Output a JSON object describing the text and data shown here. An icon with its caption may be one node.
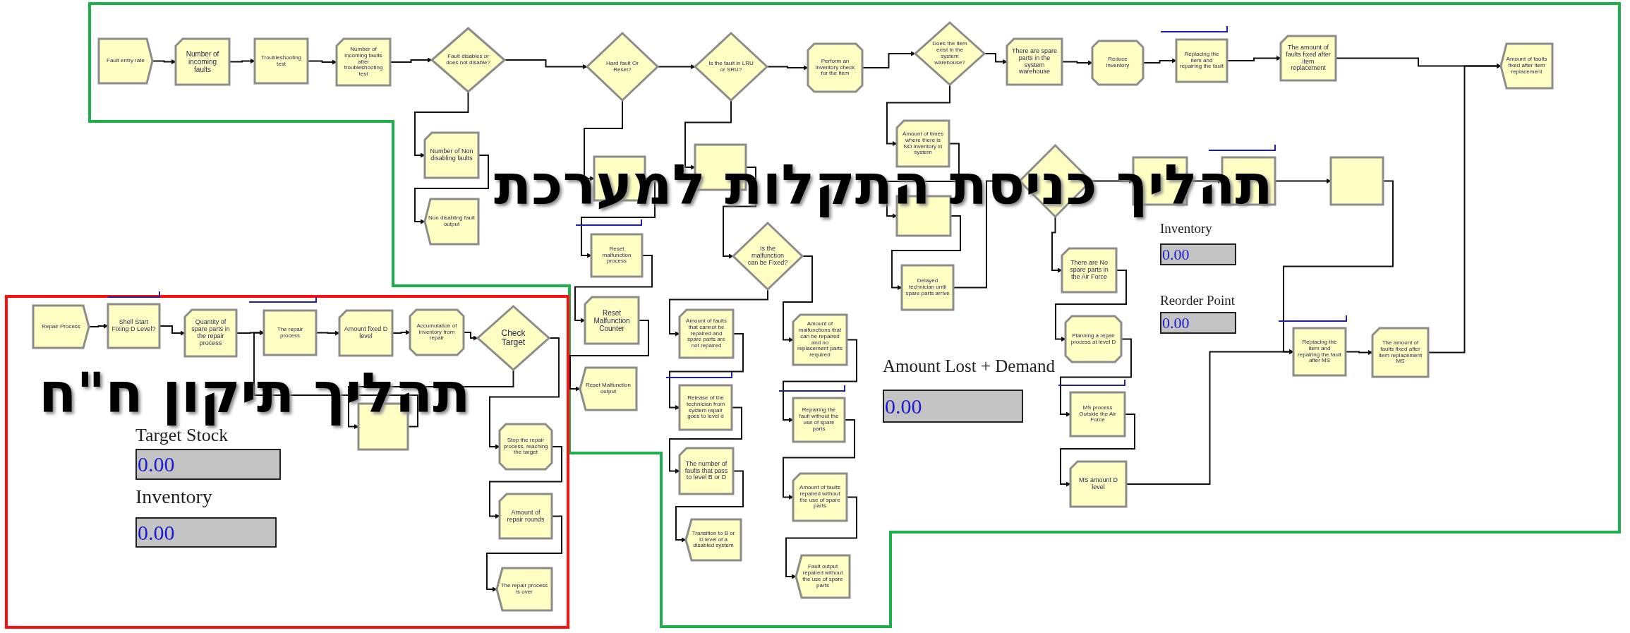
{
  "diagram": {
    "nodes": [
      {
        "text": [
          "תהליך כניסת התקלות למערכת"
        ]
      },
      {
        "text": [
          "Fault entry rate"
        ],
        "in": 0
      },
      {
        "text": [
          "Number of incoming faults"
        ],
        "in": 0
      },
      {
        "text": [
          "Troubleshooting test"
        ],
        "in": 0
      },
      {
        "text": [
          "Number of incoming faults after troubleshooting test"
        ],
        "in": 0
      },
      {
        "text": [
          "Fault disables or does not disable?"
        ],
        "in": 0
      },
      {
        "text": [
          "Hard fault Or Reset?"
        ],
        "in": 0
      },
      {
        "text": [
          "Is the fault in LRU or SRU?"
        ],
        "in": 0
      },
      {
        "text": [
          "Perform an inventory check for the item"
        ],
        "in": 0
      },
      {
        "text": [
          "Does the item exist in the system warehouse?"
        ],
        "in": 0
      },
      {
        "text": [
          "There are spare parts in the system warehouse"
        ],
        "in": 0
      },
      {
        "text": [
          "Reduce inventory"
        ],
        "in": 0
      },
      {
        "text": [
          "Replacing the item and repairing the fault"
        ],
        "in": 0
      },
      {
        "text": [
          "The amount of faults fixed after item replacement"
        ],
        "in": 0
      },
      {
        "text": [
          "Amount of faults fixed after item replacement"
        ],
        "in": 0
      },
      {
        "text": [
          "Number of Non disabling faults"
        ],
        "in": 0
      },
      {
        "text": [
          "Non disabling fault output"
        ],
        "in": 0
      },
      {
        "text": [],
        "shape": "box",
        "in": 0
      },
      {
        "text": [
          "Reset malfunction process"
        ],
        "in": 0
      },
      {
        "text": [
          "Reset Malfunction Counter"
        ],
        "in": 0
      },
      {
        "text": [
          "Reset Malfunction output"
        ],
        "in": 0
      },
      {
        "text": [],
        "shape": "box",
        "in": 0
      },
      {
        "text": [
          "Is the malfunction can be Fixed?"
        ],
        "in": 0
      },
      {
        "text": [
          "Amount of faults that cannot be repaired and spare parts are not repaired"
        ],
        "in": 0
      },
      {
        "text": [
          "Release of the technician from system repair goes to level d"
        ],
        "in": 0
      },
      {
        "text": [
          "The number of faults that pass to level B or D"
        ],
        "in": 0
      },
      {
        "text": [
          "Transition to B or D level of a disabled system"
        ],
        "in": 0
      },
      {
        "text": [
          "Amount of malfunctions that can be repaired and no replacement parts required"
        ],
        "in": 0
      },
      {
        "text": [
          "Repairing the fault without the use of spare parts"
        ],
        "in": 0
      },
      {
        "text": [
          "Amount of faults repaired without the use of spare parts"
        ],
        "in": 0
      },
      {
        "text": [
          "Fault output repaired without the use of spare parts"
        ],
        "in": 0
      },
      {
        "text": [
          "Amount of times where there is NO inventory in system"
        ],
        "in": 0
      },
      {
        "text": [],
        "shape": "box",
        "in": 0
      },
      {
        "text": [
          "Delayed technician until spare parts arrive"
        ],
        "in": 0
      },
      {
        "text": [],
        "shape": "diamond",
        "in": 0
      },
      {
        "text": [],
        "shape": "box",
        "in": 0
      },
      {
        "text": [],
        "shape": "box",
        "in": 0
      },
      {
        "text": [],
        "shape": "box",
        "in": 0
      },
      {
        "text": [
          "There are No spare parts in the Air Force"
        ],
        "in": 0
      },
      {
        "text": [
          "Planning a repair process at level D"
        ],
        "in": 0
      },
      {
        "text": [
          "MS process Outside the Air Force"
        ],
        "in": 0
      },
      {
        "text": [
          "MS amount D level"
        ],
        "in": 0
      },
      {
        "text": [
          "Replacing the item and repairing the fault after MS"
        ],
        "in": 0
      },
      {
        "text": [
          "The amount of faults fixed after item replacement MS"
        ],
        "in": 0
      },
      {
        "text": [
          "תהליך תיקון ח\"ח"
        ]
      },
      {
        "text": [
          "Repair Process"
        ],
        "in": 44
      },
      {
        "text": [
          "Shell Start Fixing D Level?"
        ],
        "in": 44
      },
      {
        "text": [
          "Quantity of spare parts in the repair process"
        ],
        "in": 44
      },
      {
        "text": [
          "The repair process"
        ],
        "in": 44
      },
      {
        "text": [
          "Amount fixed D level"
        ],
        "in": 44
      },
      {
        "text": [
          "Accumulation of inventory from repair"
        ],
        "in": 44
      },
      {
        "text": [
          "Check Target"
        ],
        "in": 44
      },
      {
        "text": [],
        "shape": "box",
        "in": 44
      },
      {
        "text": [
          "Stop the repair process, reaching the target"
        ],
        "in": 44
      },
      {
        "text": [
          "Amount of repair rounds"
        ],
        "in": 44
      },
      {
        "text": [
          "The repair process is over"
        ],
        "in": 44
      }
    ],
    "edges": [
      {
        "from": 1,
        "to": 2,
        "arrow": "to"
      },
      {
        "from": 2,
        "to": 3,
        "arrow": "to"
      },
      {
        "from": 3,
        "to": 4,
        "arrow": "to"
      },
      {
        "from": 4,
        "to": 5,
        "arrow": "to"
      },
      {
        "from": 5,
        "to": 6,
        "arrow": "to"
      },
      {
        "from": 5,
        "to": 15,
        "arrow": "to"
      },
      {
        "from": 15,
        "to": 16,
        "arrow": "to"
      },
      {
        "from": 6,
        "to": 7,
        "arrow": "to"
      },
      {
        "from": 6,
        "to": 17,
        "arrow": "to"
      },
      {
        "from": 17,
        "to": 18,
        "arrow": "to"
      },
      {
        "from": 18,
        "to": 19,
        "arrow": "to"
      },
      {
        "from": 19,
        "to": 20,
        "arrow": "to"
      },
      {
        "from": 7,
        "to": 8,
        "arrow": "to"
      },
      {
        "from": 7,
        "to": 21,
        "arrow": "to"
      },
      {
        "from": 21,
        "to": 22,
        "arrow": "to"
      },
      {
        "from": 22,
        "to": 23,
        "arrow": "to"
      },
      {
        "from": 23,
        "to": 24,
        "arrow": "to"
      },
      {
        "from": 24,
        "to": 25,
        "arrow": "to"
      },
      {
        "from": 25,
        "to": 26,
        "arrow": "to"
      },
      {
        "from": 22,
        "to": 27,
        "arrow": "to"
      },
      {
        "from": 27,
        "to": 28,
        "arrow": "to"
      },
      {
        "from": 28,
        "to": 29,
        "arrow": "to"
      },
      {
        "from": 29,
        "to": 30,
        "arrow": "to"
      },
      {
        "from": 8,
        "to": 9,
        "arrow": "to"
      },
      {
        "from": 9,
        "to": 10,
        "arrow": "to"
      },
      {
        "from": 10,
        "to": 11,
        "arrow": "to"
      },
      {
        "from": 11,
        "to": 12,
        "arrow": "to"
      },
      {
        "from": 12,
        "to": 13,
        "arrow": "to"
      },
      {
        "from": 13,
        "to": 14,
        "arrow": "to"
      },
      {
        "from": 9,
        "to": 31,
        "arrow": "to"
      },
      {
        "from": 31,
        "to": 32,
        "arrow": "to"
      },
      {
        "from": 32,
        "to": 33,
        "arrow": "to"
      },
      {
        "from": 33,
        "to": 34,
        "arrow": "to"
      },
      {
        "from": 34,
        "to": 35,
        "arrow": "to"
      },
      {
        "from": 35,
        "to": 36,
        "arrow": "to"
      },
      {
        "from": 36,
        "to": 37,
        "arrow": "to"
      },
      {
        "from": 37,
        "to": 42,
        "arrow": "to"
      },
      {
        "from": 34,
        "to": 38,
        "arrow": "to"
      },
      {
        "from": 38,
        "to": 39,
        "arrow": "to"
      },
      {
        "from": 39,
        "to": 40,
        "arrow": "to"
      },
      {
        "from": 40,
        "to": 41,
        "arrow": "to"
      },
      {
        "from": 41,
        "to": 42,
        "arrow": "to"
      },
      {
        "from": 42,
        "to": 43,
        "arrow": "to"
      },
      {
        "from": 43,
        "to": 14,
        "arrow": "to"
      },
      {
        "from": 45,
        "to": 46,
        "arrow": "to"
      },
      {
        "from": 46,
        "to": 47,
        "arrow": "to"
      },
      {
        "from": 47,
        "to": 48,
        "arrow": "to"
      },
      {
        "from": 48,
        "to": 49,
        "arrow": "to"
      },
      {
        "from": 49,
        "to": 50,
        "arrow": "to"
      },
      {
        "from": 50,
        "to": 51,
        "arrow": "to"
      },
      {
        "from": 51,
        "to": 53,
        "arrow": "to"
      },
      {
        "from": 51,
        "to": 52,
        "arrow": "to"
      },
      {
        "from": 52,
        "to": 48,
        "arrow": "to"
      },
      {
        "from": 53,
        "to": 54,
        "arrow": "to"
      },
      {
        "from": 54,
        "to": 55,
        "arrow": "to"
      }
    ],
    "labels": [
      "Inventory",
      "0.00",
      "Reorder Point",
      "0.00",
      "Amount Lost + Demand",
      "0.00",
      "Target Stock",
      "0.00",
      "Inventory",
      "0.00"
    ]
  }
}
